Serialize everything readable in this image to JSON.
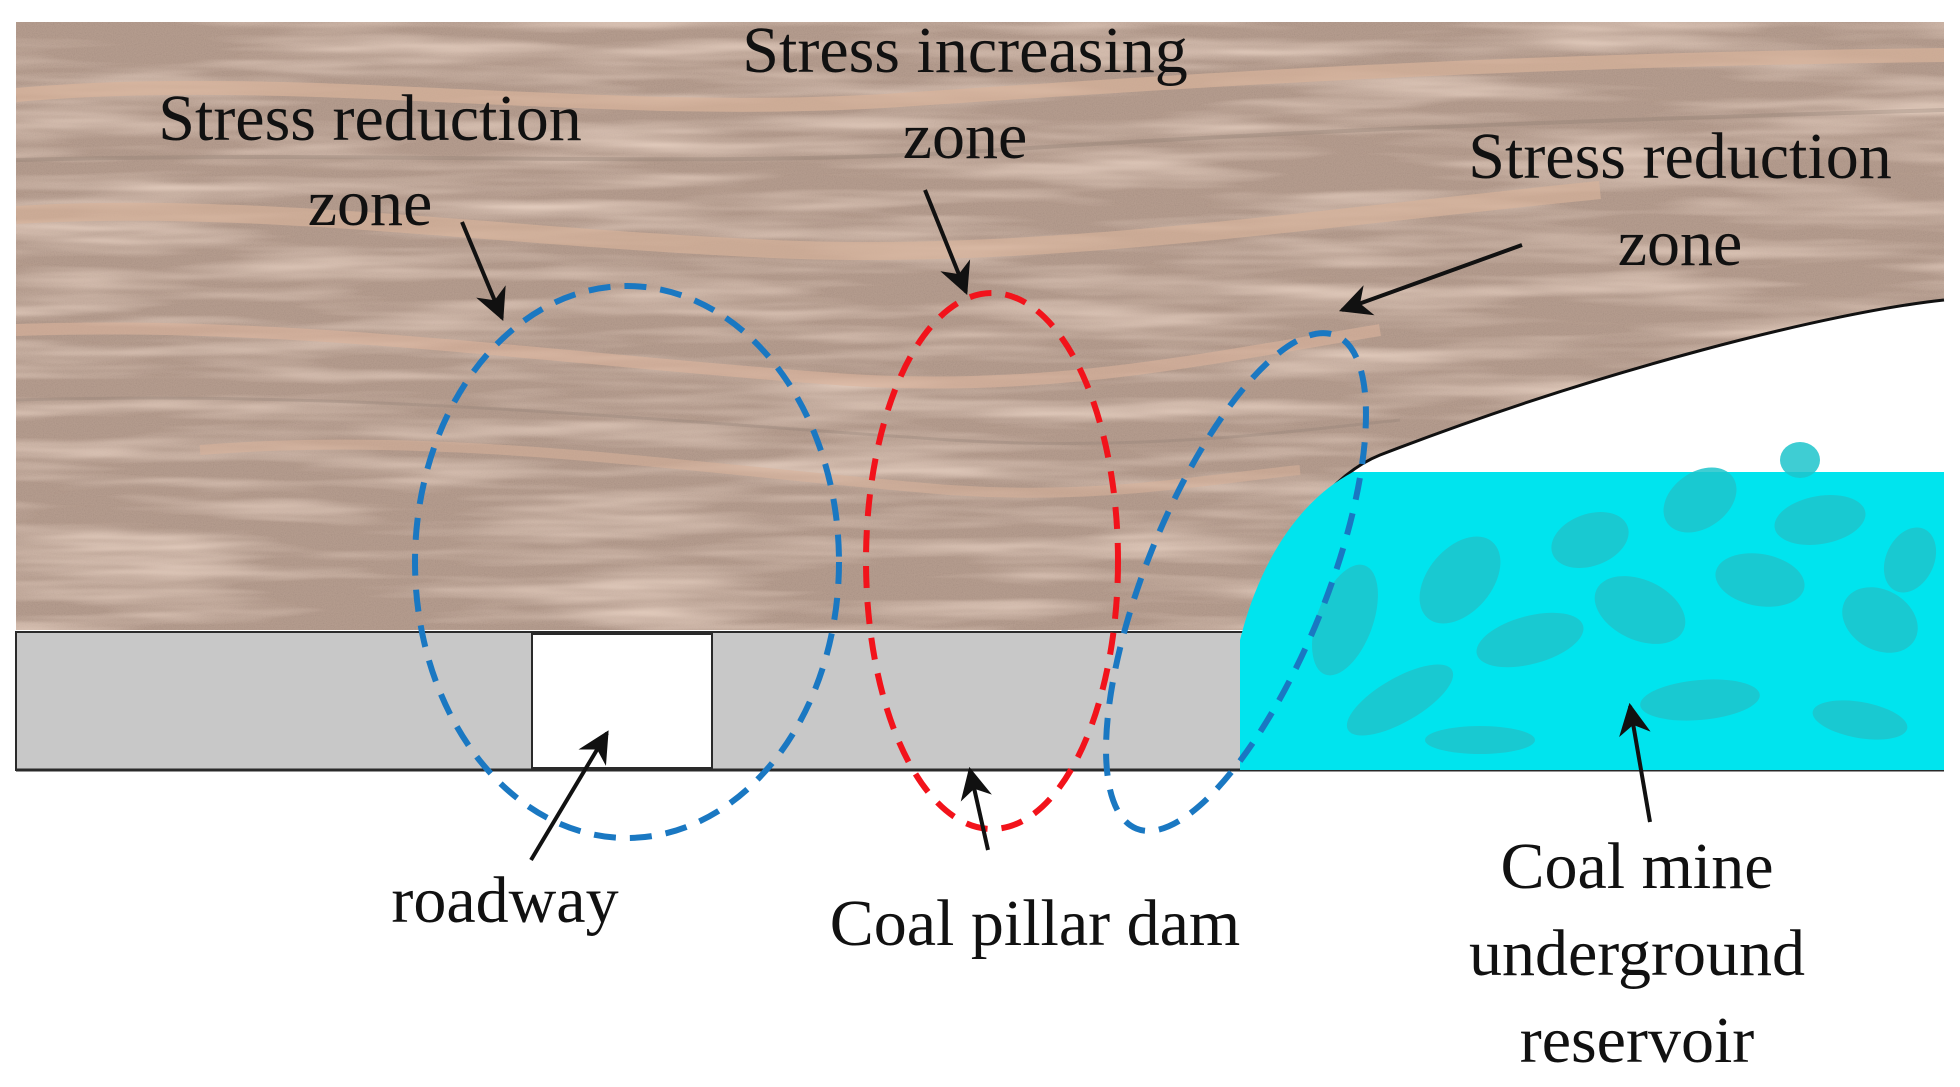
{
  "labels": {
    "stress_reduction_left": [
      "Stress reduction",
      "zone"
    ],
    "stress_increasing": [
      "Stress increasing",
      "zone"
    ],
    "stress_reduction_right": [
      "Stress reduction",
      "zone"
    ],
    "roadway": "roadway",
    "coal_pillar_dam": "Coal pillar dam",
    "reservoir": [
      "Coal mine",
      "underground",
      "reservoir"
    ]
  },
  "colors": {
    "rock": "#b89f91",
    "rock_band": "#d9b39b",
    "rock_dark": "#8f7d74",
    "coal_seam": "#c8c8c8",
    "water": "#00e4ee",
    "water_rock": "#1ec5cc",
    "zone_reduction": "#1a78c2",
    "zone_increasing": "#f2131b",
    "arrow": "#111111"
  }
}
